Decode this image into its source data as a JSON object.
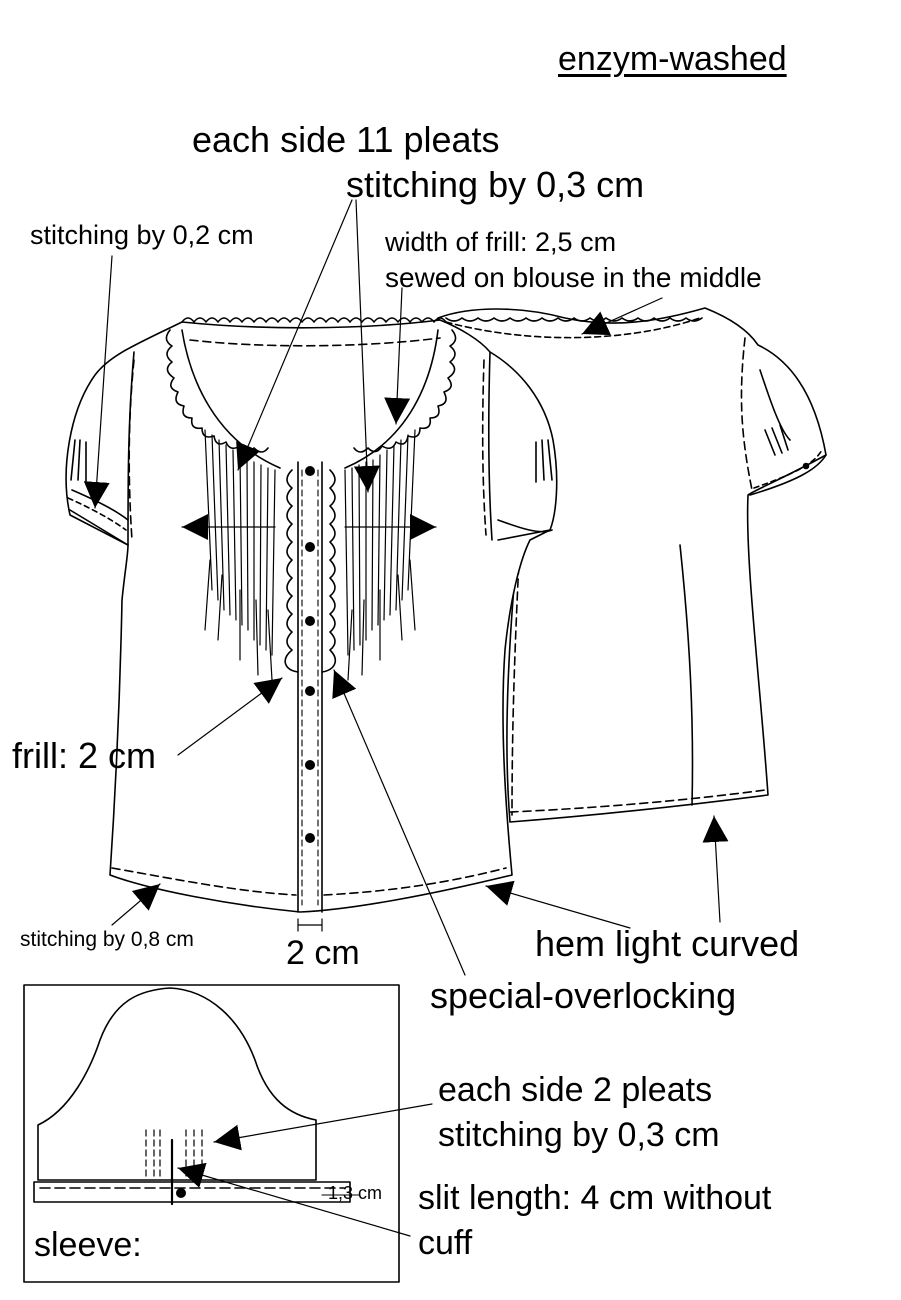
{
  "labels": {
    "wash": "enzym-washed",
    "front_pleats": "each side 11 pleats",
    "front_pleat_stitching": "stitching by 0,3 cm",
    "shoulder_stitching": "stitching by 0,2 cm",
    "frill_width": "width of frill: 2,5 cm",
    "frill_attach": "sewed on blouse in the middle",
    "frill": "frill: 2 cm",
    "hem_stitching": "stitching by 0,8 cm",
    "placket": "2 cm",
    "hem": "hem light curved",
    "overlock": "special-overlocking",
    "sleeve_pleats": "each side 2 pleats",
    "sleeve_pleat_stitching": "stitching by 0,3 cm",
    "cuff_width": "1,3 cm",
    "slit_1": "slit length: 4 cm without",
    "slit_2": "cuff",
    "sleeve": "sleeve:"
  },
  "colors": {
    "ink": "#000000",
    "paper": "#ffffff"
  }
}
